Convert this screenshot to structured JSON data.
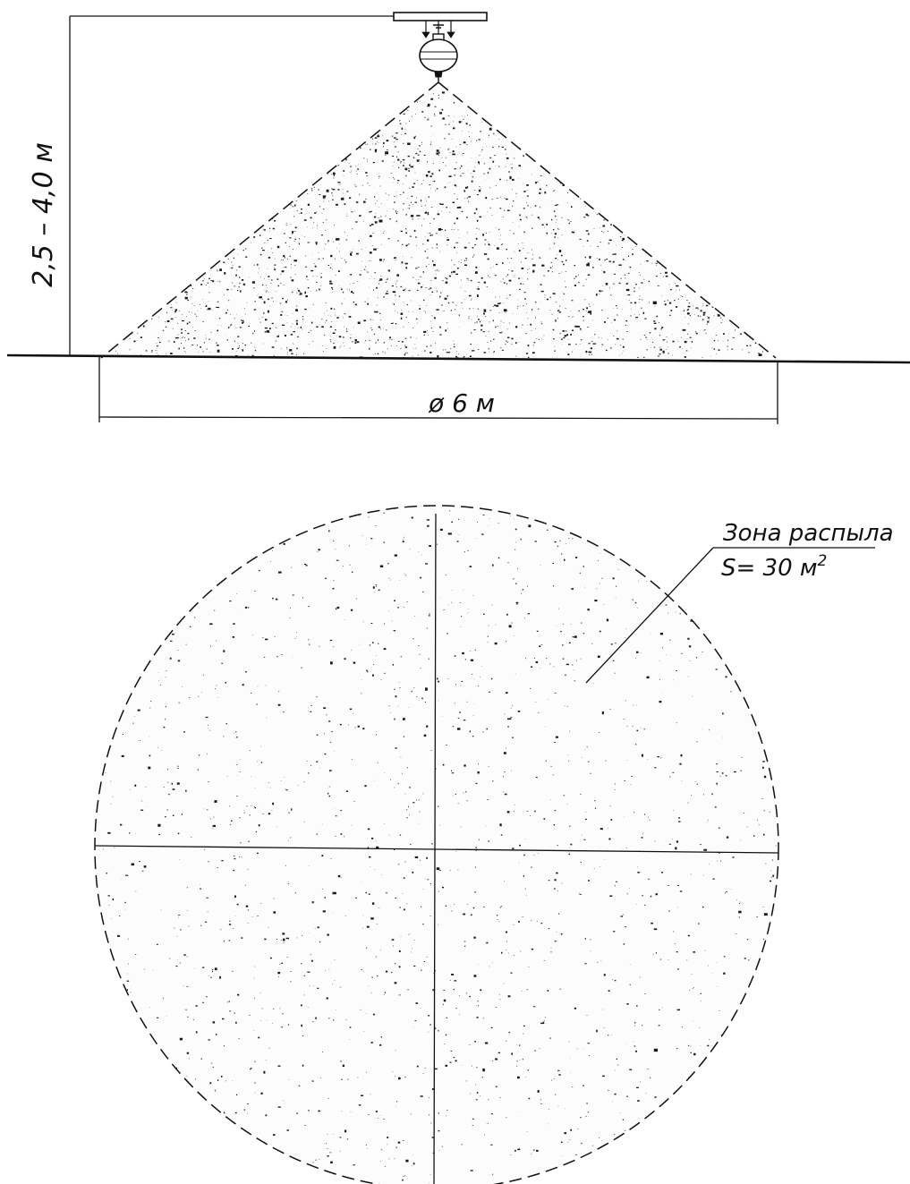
{
  "height_label": "2,5 – 4,0 м",
  "diameter_label": "ø 6 м",
  "zone": {
    "title": "Зона распыла",
    "area_label": "S= 30 м",
    "area_exponent": "2"
  },
  "colors": {
    "ink": "#111111",
    "speckle": "#1a1a1a",
    "background": "#ffffff"
  }
}
